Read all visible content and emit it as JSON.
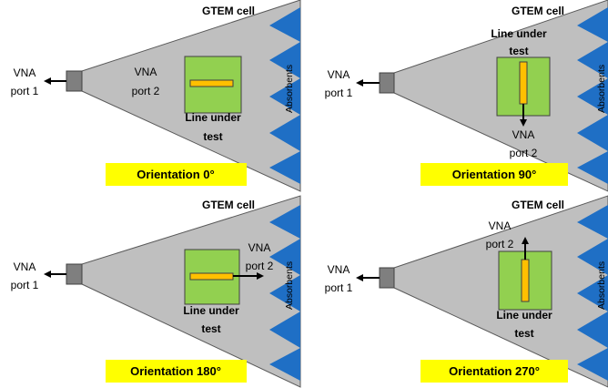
{
  "panels": [
    {
      "cell_title": "GTEM cell",
      "absorbents": "Absorbents",
      "port1": [
        "VNA",
        "port 1"
      ],
      "port2": [
        "VNA",
        "port 2"
      ],
      "line_under_test": [
        "Line under",
        "test"
      ],
      "orientation": "Orientation 0°"
    },
    {
      "cell_title": "GTEM cell",
      "absorbents": "Absorbents",
      "port1": [
        "VNA",
        "port 1"
      ],
      "port2": [
        "VNA",
        "port 2"
      ],
      "line_under_test": [
        "Line under",
        "test"
      ],
      "orientation": "Orientation 90°"
    },
    {
      "cell_title": "GTEM cell",
      "absorbents": "Absorbents",
      "port1": [
        "VNA",
        "port 1"
      ],
      "port2": [
        "VNA",
        "port 2"
      ],
      "line_under_test": [
        "Line under",
        "test"
      ],
      "orientation": "Orientation 180°"
    },
    {
      "cell_title": "GTEM cell",
      "absorbents": "Absorbents",
      "port1": [
        "VNA",
        "port 1"
      ],
      "port2": [
        "VNA",
        "port 2"
      ],
      "line_under_test": [
        "Line under",
        "test"
      ],
      "orientation": "Orientation 270°"
    }
  ],
  "colors": {
    "cell_fill": "#bfbfbf",
    "absorber": "#1f6fc5",
    "dut_board": "#92d050",
    "trace": "#ffc000",
    "label_bg": "#ffff00",
    "connector": "#7f7f7f"
  }
}
